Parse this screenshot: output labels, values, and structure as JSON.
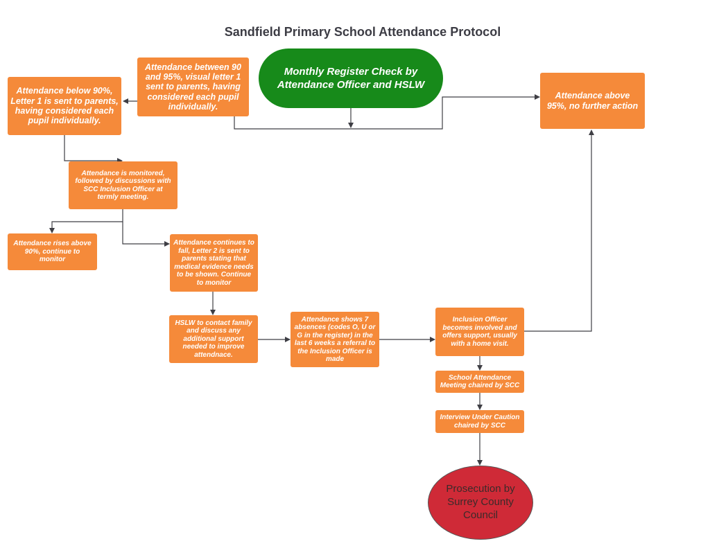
{
  "title": "Sandfield Primary School Attendance Protocol",
  "nodes": {
    "start": "Monthly Register Check by Attendance Officer and HSLW",
    "between": "Attendance between 90 and 95%, visual letter 1 sent to parents, having considered each pupil individually.",
    "below90": "Attendance below 90%, Letter 1 is sent to parents, having considered each pupil individually.",
    "above95": "Attendance above 95%, no further action",
    "monitored": "Attendance is monitored, followed by discussions with SCC Inclusion Officer at termly meeting.",
    "rises": "Attendance rises above 90%, continue to monitor",
    "continues": "Attendance continues to fall, Letter 2 is sent to parents stating that medical evidence needs to be shown. Continue to monitor",
    "hslw": "HSLW to contact family and discuss any additional support needed to improve attendnace.",
    "absences": "Attendance shows 7 absences (codes O, U or G in the register) in the last 6 weeks a referral to the Inclusion Officer is made",
    "inclusion": "Inclusion Officer becomes involved and offers support, usually with a home visit.",
    "meeting": "School Attendance Meeting chaired by SCC",
    "interview": "Interview Under Caution chaired by SCC",
    "prosecution": "Prosecution by Surrey County Council"
  },
  "colors": {
    "process": "#f58a3a",
    "start": "#178a1a",
    "end": "#cf2a37",
    "connector": "#3e3e44"
  }
}
